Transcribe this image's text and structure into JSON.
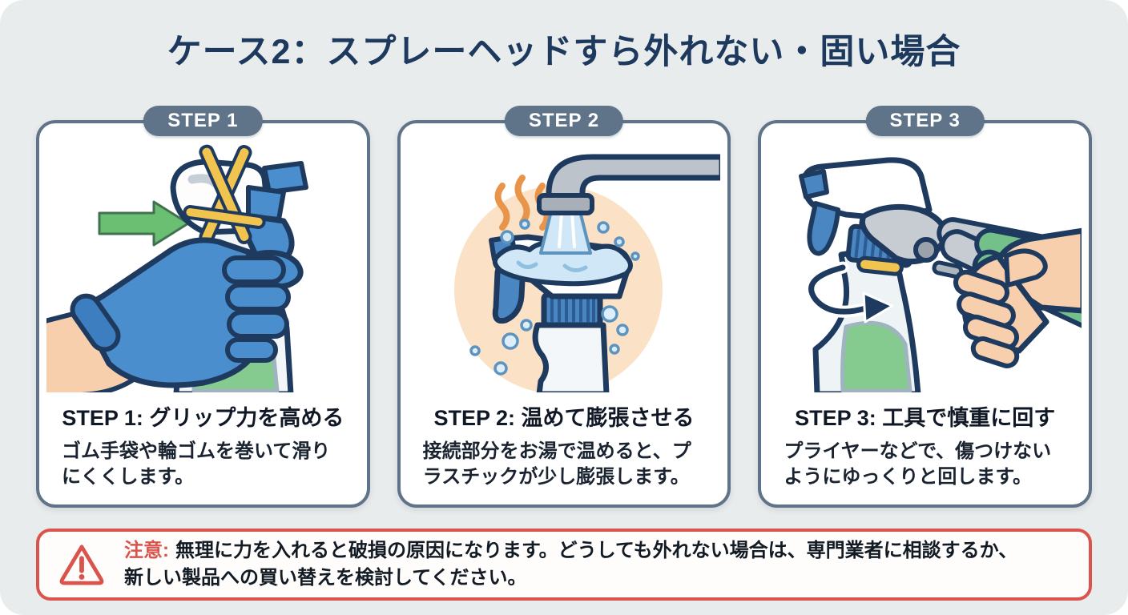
{
  "page": {
    "title": "ケース2：スプレーヘッドすら外れない・固い場合",
    "background": "#e9eced",
    "title_color": "#1d3a5e"
  },
  "steps": [
    {
      "badge": "STEP 1",
      "heading": "STEP 1: グリップ力を高める",
      "body": "ゴム手袋や輪ゴムを巻いて滑りにくくします。",
      "illustration": "gloved-hand-gripping-spray-bottle-with-rubber-bands"
    },
    {
      "badge": "STEP 2",
      "heading": "STEP 2: 温めて膨張させる",
      "body": "接続部分をお湯で温めると、プラスチックが少し膨張します。",
      "illustration": "faucet-pouring-warm-water-on-spray-head"
    },
    {
      "badge": "STEP 3",
      "heading": "STEP 3: 工具で慎重に回す",
      "body": "プライヤーなどで、傷つけないようにゆっくりと回します。",
      "illustration": "pliers-carefully-turning-spray-cap"
    }
  ],
  "warning": {
    "icon": "warning-triangle-icon",
    "label": "注意:",
    "lines": [
      "無理に力を入れると破損の原因になります。どうしても外れない場合は、専門業者に相談するか、",
      "新しい製品への買い替えを検討してください。"
    ],
    "accent_color": "#d9544d"
  },
  "palette": {
    "card_border": "#5f7489",
    "badge_bg": "#5f7489",
    "outline_navy": "#1e3a5f",
    "glove_blue": "#4a8ecd",
    "cap_blue": "#4a86c2",
    "band_yellow": "#f0c44e",
    "arrow_green": "#6abf72",
    "label_green": "#85ca8e",
    "skin": "#f7cfad",
    "heat_orange": "#e8944a",
    "water_blue": "#cfe7f6",
    "warm_glow_peach": "#fbe2c6",
    "faucet_gray": "#bcc3ca",
    "plier_gray": "#c6ccd2",
    "handle_green": "#74c08a"
  }
}
